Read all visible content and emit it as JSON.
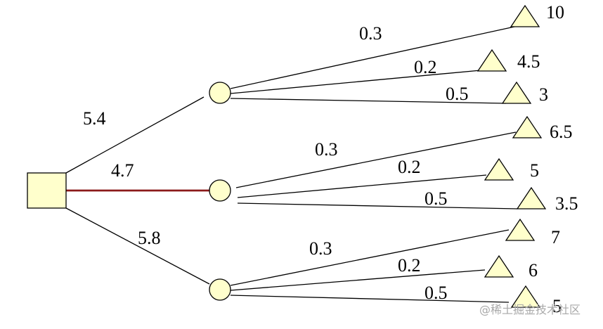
{
  "decision_tree": {
    "colors": {
      "node_fill": "#ffffcc",
      "line": "#000000",
      "chosen_branch": "#8b1a1a"
    },
    "decision_branches": [
      {
        "cost": "5.4",
        "chosen": false,
        "outcomes": [
          {
            "probability": "0.3",
            "value": "10"
          },
          {
            "probability": "0.2",
            "value": "4.5"
          },
          {
            "probability": "0.5",
            "value": "3"
          }
        ]
      },
      {
        "cost": "4.7",
        "chosen": true,
        "outcomes": [
          {
            "probability": "0.3",
            "value": "6.5"
          },
          {
            "probability": "0.2",
            "value": "5"
          },
          {
            "probability": "0.5",
            "value": "3.5"
          }
        ]
      },
      {
        "cost": "5.8",
        "chosen": false,
        "outcomes": [
          {
            "probability": "0.3",
            "value": "7"
          },
          {
            "probability": "0.2",
            "value": "6"
          },
          {
            "probability": "0.5",
            "value": "5"
          }
        ]
      }
    ]
  },
  "watermark": "@稀土掘金技术社区"
}
